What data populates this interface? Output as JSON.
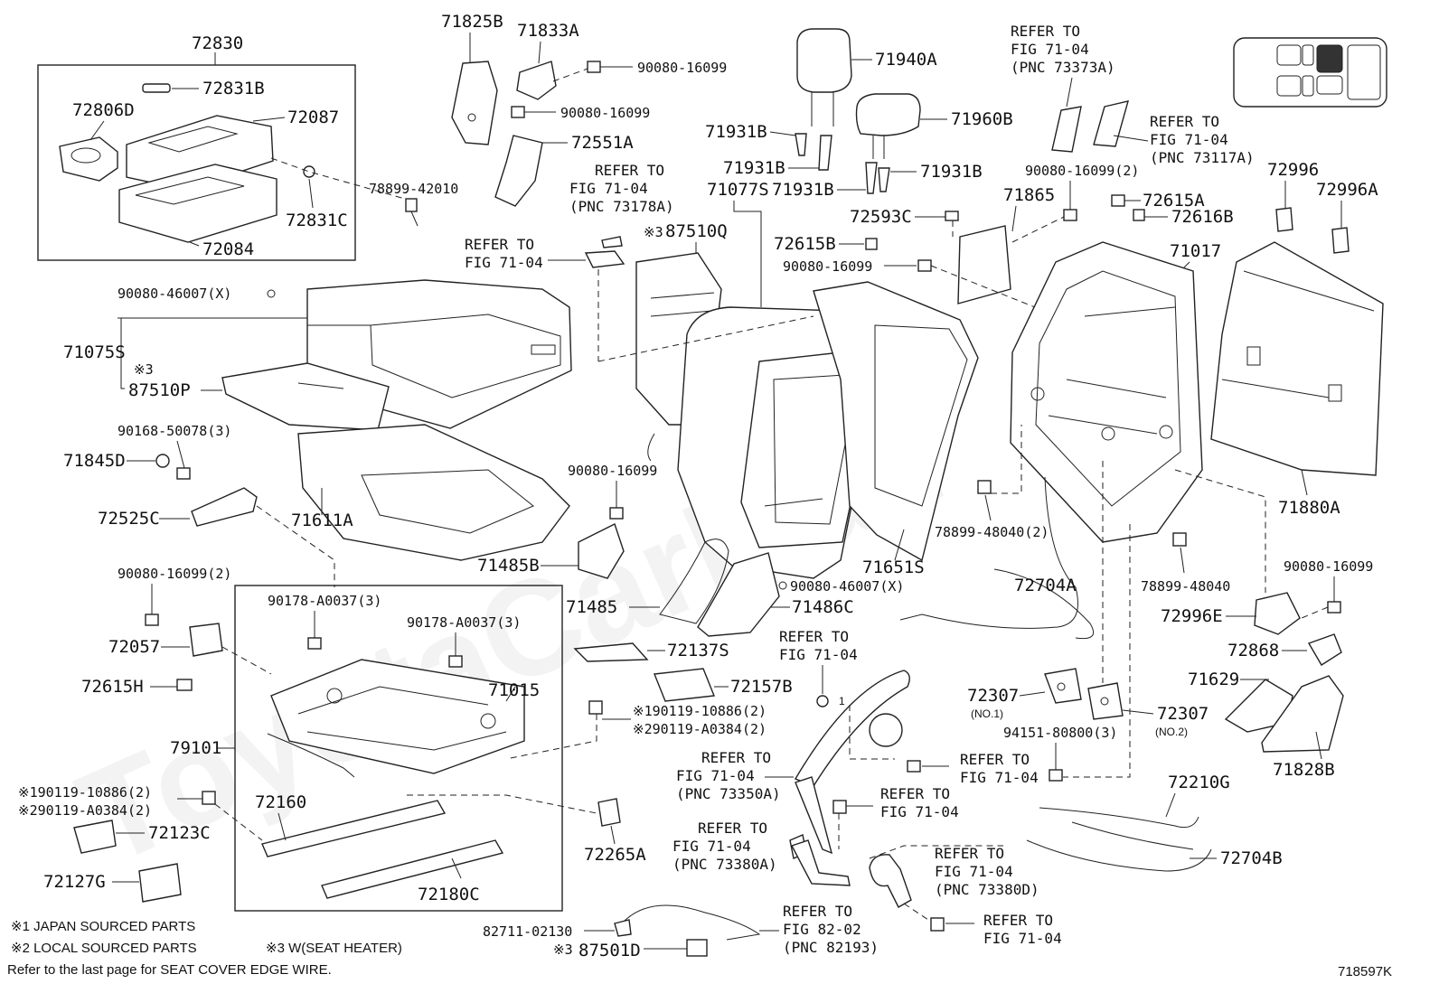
{
  "labels": {
    "p72830": "72830",
    "p72831B": "72831B",
    "p72806D": "72806D",
    "p72087": "72087",
    "p72831C": "72831C",
    "p72084": "72084",
    "p78899_42010": "78899-42010",
    "p71825B": "71825B",
    "p71833A": "71833A",
    "p90080_16099_a": "90080-16099",
    "p90080_16099_b": "90080-16099",
    "p72551A": "72551A",
    "p71940A": "71940A",
    "p71960B": "71960B",
    "p71931B_1": "71931B",
    "p71931B_2": "71931B",
    "p71931B_3": "71931B",
    "p71931B_4": "71931B",
    "p71077S": "71077S",
    "p87510Q_mark": "※3",
    "p87510Q": "87510Q",
    "p72593C": "72593C",
    "p71865": "71865",
    "p72615A": "72615A",
    "p72616B": "72616B",
    "p72615B": "72615B",
    "p90080_16099_c": "90080-16099",
    "p90080_16099_2a": "90080-16099(2)",
    "p71017": "71017",
    "p72996": "72996",
    "p72996A": "72996A",
    "p90080_46007X_a": "90080-46007(X)",
    "p71075S": "71075S",
    "p87510P_mark": "※3",
    "p87510P": "87510P",
    "p90168_50078": "90168-50078(3)",
    "p71845D": "71845D",
    "p72525C": "72525C",
    "p71611A": "71611A",
    "p90080_16099_d": "90080-16099",
    "p71485B": "71485B",
    "p71485": "71485",
    "p71486C": "71486C",
    "p90080_46007X_b": "90080-46007(X)",
    "p71651S": "71651S",
    "p71880A": "71880A",
    "p78899_48040_2": "78899-48040(2)",
    "p78899_48040": "78899-48040",
    "p72704A": "72704A",
    "p90080_16099_e": "90080-16099",
    "p72996E": "72996E",
    "p72868": "72868",
    "p90080_16099_2b": "90080-16099(2)",
    "p72057": "72057",
    "p72615H": "72615H",
    "p90178_a": "90178-A0037(3)",
    "p90178_b": "90178-A0037(3)",
    "p71015": "71015",
    "p72137S": "72137S",
    "p72157B": "72157B",
    "p90119_10886_a": "※190119-10886(2)",
    "p90119_A0384_a": "※290119-A0384(2)",
    "p79101": "79101",
    "p72307_1": "72307",
    "p72307_1_sub": "(NO.1)",
    "p72307_2": "72307",
    "p72307_2_sub": "(NO.2)",
    "p94151": "94151-80800(3)",
    "p71629": "71629",
    "p71828B": "71828B",
    "p90119_10886_b": "※190119-10886(2)",
    "p90119_A0384_b": "※290119-A0384(2)",
    "p72160": "72160",
    "p72123C": "72123C",
    "p72127G": "72127G",
    "p72180C": "72180C",
    "p72265A": "72265A",
    "p72210G": "72210G",
    "p72704B": "72704B",
    "p82711": "82711-02130",
    "p87501D_mark": "※3",
    "p87501D": "87501D"
  },
  "references": {
    "r73373A": [
      "REFER TO",
      "FIG 71-04",
      "(PNC 73373A)"
    ],
    "r73117A": [
      "REFER TO",
      "FIG 71-04",
      "(PNC 73117A)"
    ],
    "r73178A": [
      "REFER TO",
      "FIG 71-04",
      "(PNC 73178A)"
    ],
    "r7104_a": [
      "REFER TO",
      "FIG 71-04"
    ],
    "r7104_b": [
      "REFER TO",
      "FIG 71-04"
    ],
    "r73350A": [
      "REFER TO",
      "FIG 71-04",
      "(PNC 73350A)"
    ],
    "r7104_c": [
      "REFER TO",
      "FIG 71-04"
    ],
    "r7104_d": [
      "REFER TO",
      "FIG 71-04"
    ],
    "r73380A": [
      "REFER TO",
      "FIG 71-04",
      "(PNC 73380A)"
    ],
    "r73380D": [
      "REFER TO",
      "FIG 71-04",
      "(PNC 73380D)"
    ],
    "r82193": [
      "REFER TO",
      "FIG 82-02",
      "(PNC 82193)"
    ],
    "r7104_e": [
      "REFER TO",
      "FIG 71-04"
    ]
  },
  "notes": {
    "japan": "※1 JAPAN SOURCED PARTS",
    "local": "※2 LOCAL SOURCED PARTS",
    "heater": "※3 W(SEAT HEATER)",
    "edge_wire": "Refer to the last page for SEAT COVER EDGE WIRE.",
    "figure_id": "718597K"
  },
  "locator_marker": "1"
}
